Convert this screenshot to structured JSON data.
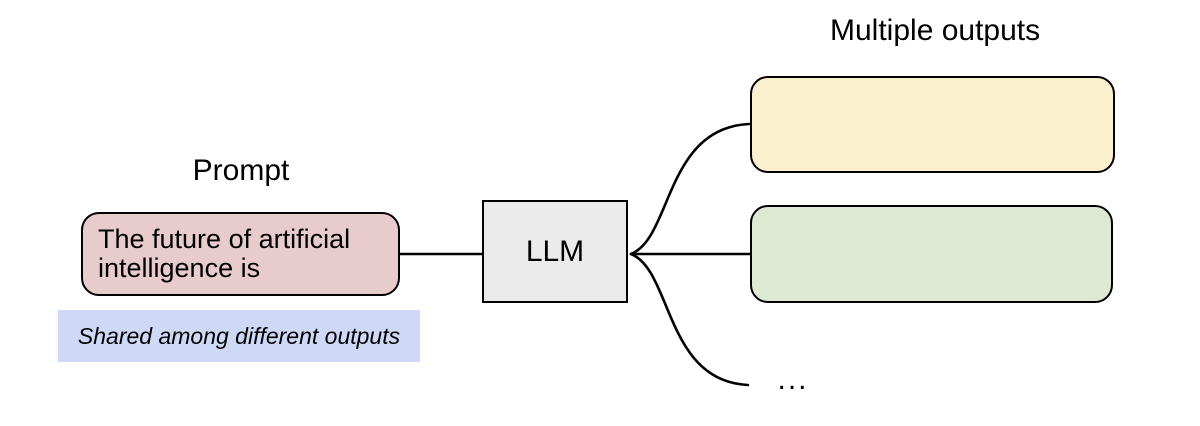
{
  "diagram": {
    "prompt": {
      "heading": "Prompt",
      "box_text": "The future of artificial intelligence is",
      "note": "Shared among different outputs"
    },
    "llm": {
      "label": "LLM"
    },
    "outputs": {
      "heading": "Multiple outputs",
      "ellipsis": "..."
    },
    "colors": {
      "prompt_fill": "#e8cccd",
      "note_fill": "#cdd9f6",
      "llm_fill": "#ebebeb",
      "output1_fill": "#faf0cd",
      "output2_fill": "#dde9d3",
      "stroke": "#000000",
      "background": "#ffffff"
    }
  }
}
